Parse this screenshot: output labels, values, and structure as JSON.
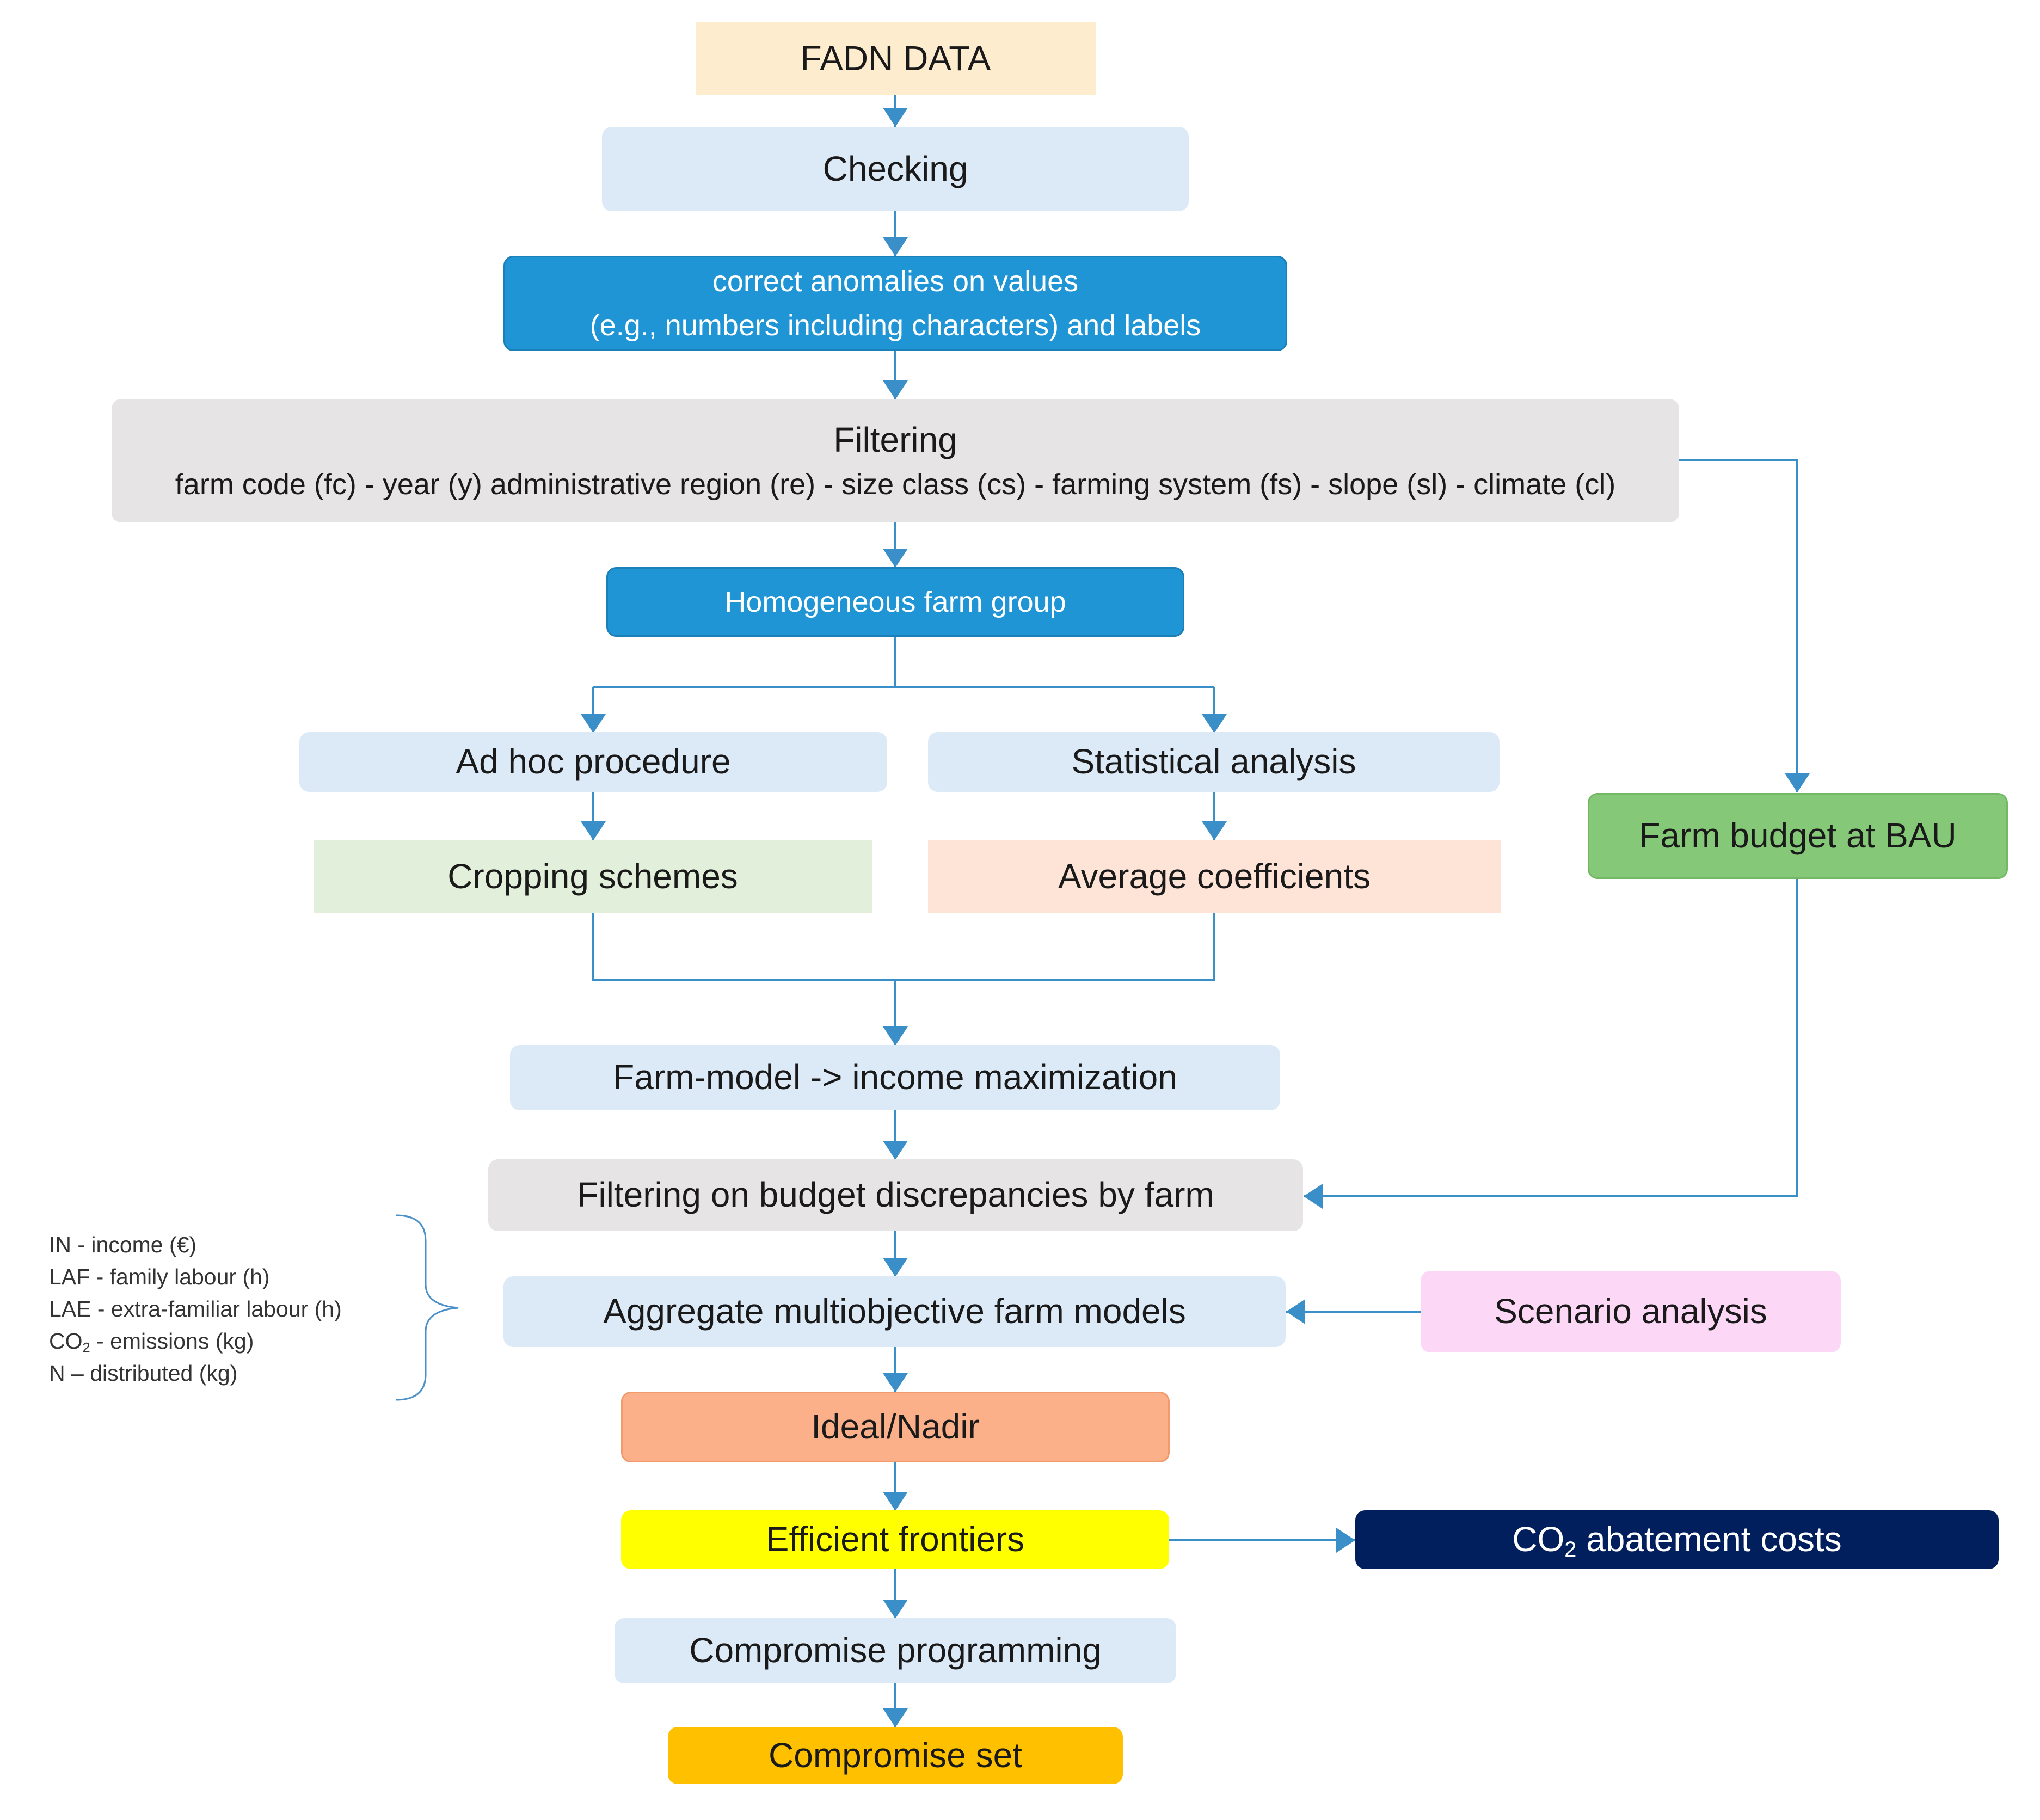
{
  "boxes": {
    "fadn": "FADN DATA",
    "checking": "Checking",
    "correct_line1": "correct anomalies on values",
    "correct_line2": "(e.g., numbers including characters) and labels",
    "filtering_title": "Filtering",
    "filtering_sub": "farm code (fc) - year (y) administrative region (re) - size class (cs) - farming system (fs) - slope (sl) - climate (cl)",
    "homogeneous": "Homogeneous farm group",
    "adhoc": "Ad hoc procedure",
    "statistical": "Statistical analysis",
    "cropping": "Cropping schemes",
    "average": "Average coefficients",
    "farm_budget": "Farm budget at BAU",
    "farm_model": "Farm-model -> income maximization",
    "filtering_budget": "Filtering on budget discrepancies by farm",
    "aggregate": "Aggregate multiobjective farm models",
    "scenario": "Scenario analysis",
    "ideal": "Ideal/Nadir",
    "efficient": "Efficient frontiers",
    "co2_prefix": "CO",
    "co2_sub": "2",
    "co2_rest": " abatement costs",
    "compromise_prog": "Compromise programming",
    "compromise_set": "Compromise set"
  },
  "legend": {
    "in": "IN - income (€)",
    "laf": "LAF - family labour (h)",
    "lae": "LAE - extra-familiar labour (h)",
    "co2_prefix": "CO",
    "co2_sub": "2",
    "co2_rest": " - emissions (kg)",
    "n": "N – distributed (kg)"
  },
  "colors": {
    "connector": "#3b8fc9",
    "fadn": "#fdeccd",
    "light_blue": "#dce9f6",
    "blue": "#1f95d5",
    "gray": "#e6e4e4",
    "light_green": "#e2efda",
    "peach": "#fde4d6",
    "green": "#85c878",
    "pink": "#fcd8f6",
    "orange": "#fbb08a",
    "yellow": "#ffff00",
    "navy": "#001f5c",
    "gold": "#ffc000"
  }
}
